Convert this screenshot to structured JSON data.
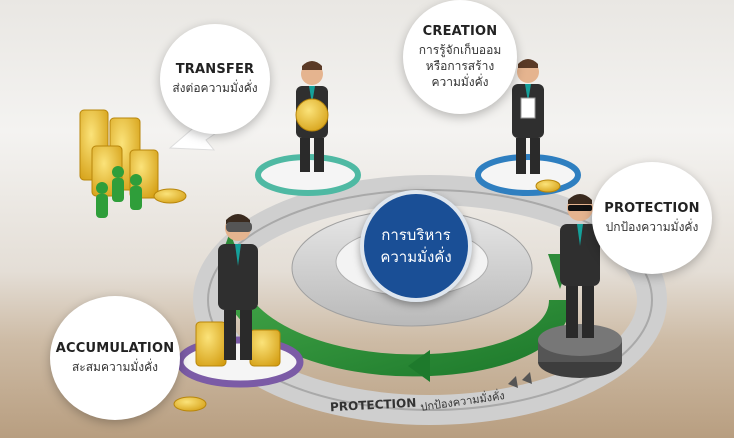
{
  "center": {
    "line1": "การบริหาร",
    "line2": "ความมั่งคั่ง"
  },
  "stages": [
    {
      "id": "transfer",
      "title": "TRANSFER",
      "subtitle": "ส่งต่อความมั่งคั่ง",
      "ring_color": "#4fb9a3"
    },
    {
      "id": "creation",
      "title": "CREATION",
      "subtitle_lines": [
        "การรู้จักเก็บออม",
        "หรือการสร้าง",
        "ความมั่งคั่ง"
      ],
      "ring_color": "#2f7fc0"
    },
    {
      "id": "protection",
      "title": "PROTECTION",
      "subtitle": "ปกป้องความมั่งคั่ง",
      "ring_color": "#555555"
    },
    {
      "id": "accumulation",
      "title": "ACCUMULATION",
      "subtitle": "สะสมความมั่งคั่ง",
      "ring_color": "#7b5ba6"
    }
  ],
  "outer_ring": {
    "title": "PROTECTION",
    "subtitle": "ปกป้องความมั่งคั่ง"
  },
  "colors": {
    "center_blue": "#1a4f96",
    "arrow_green": "#2e8b3a",
    "coin_gold": "#e6b423"
  }
}
